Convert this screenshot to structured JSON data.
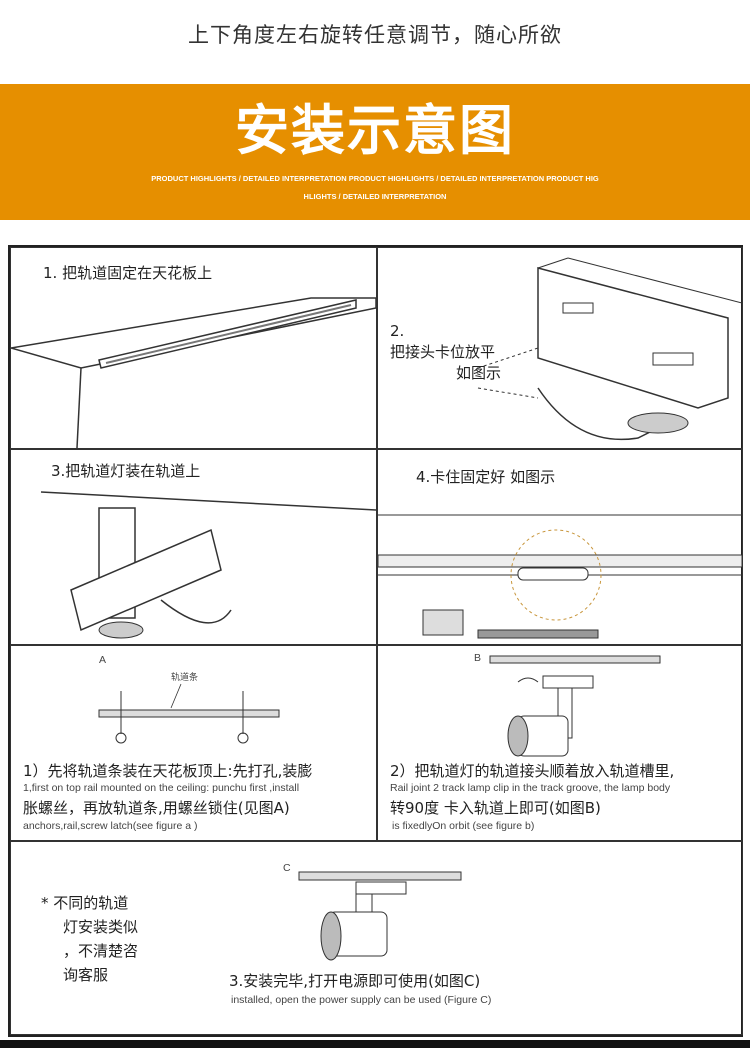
{
  "header": {
    "subtitle": "上下角度左右旋转任意调节，随心所欲"
  },
  "banner": {
    "title": "安装示意图",
    "sub_line1": "PRODUCT HIGHLIGHTS / DETAILED INTERPRETATION PRODUCT HIGHLIGHTS / DETAILED INTERPRETATION PRODUCT HIG",
    "sub_line2": "HLIGHTS / DETAILED INTERPRETATION",
    "color": "#e68f00"
  },
  "steps": {
    "s1": "1. 把轨道固定在天花板上",
    "s2a": "2.",
    "s2b": "把接头卡位放平",
    "s2c": "如图示",
    "s3": "3.把轨道灯装在轨道上",
    "s4": "4.卡住固定好  如图示"
  },
  "figA": {
    "label": "A",
    "rail_label": "轨道条",
    "cn1": "1）先将轨道条装在天花板顶上:先打孔,装膨",
    "en1": "1,first on top rail mounted on the ceiling: punchu first ,install",
    "cn2": "胀螺丝，再放轨道条,用螺丝锁住(见图A)",
    "en2": "anchors,rail,screw latch(see figure a )"
  },
  "figB": {
    "label": "B",
    "cn1": "2）把轨道灯的轨道接头顺着放入轨道槽里,",
    "en1": "Rail joint 2 track lamp clip in the track groove, the lamp body",
    "cn2": "转90度 卡入轨道上即可(如图B)",
    "en2": "is fixedlyOn orbit (see figure b)"
  },
  "figC": {
    "label": "C",
    "note": [
      "* 不同的轨道",
      "灯安装类似",
      "，不清楚咨",
      "询客服"
    ],
    "cn": "3.安装完毕,打开电源即可使用(如图C)",
    "en": "installed, open the power supply can be used (Figure C)"
  }
}
